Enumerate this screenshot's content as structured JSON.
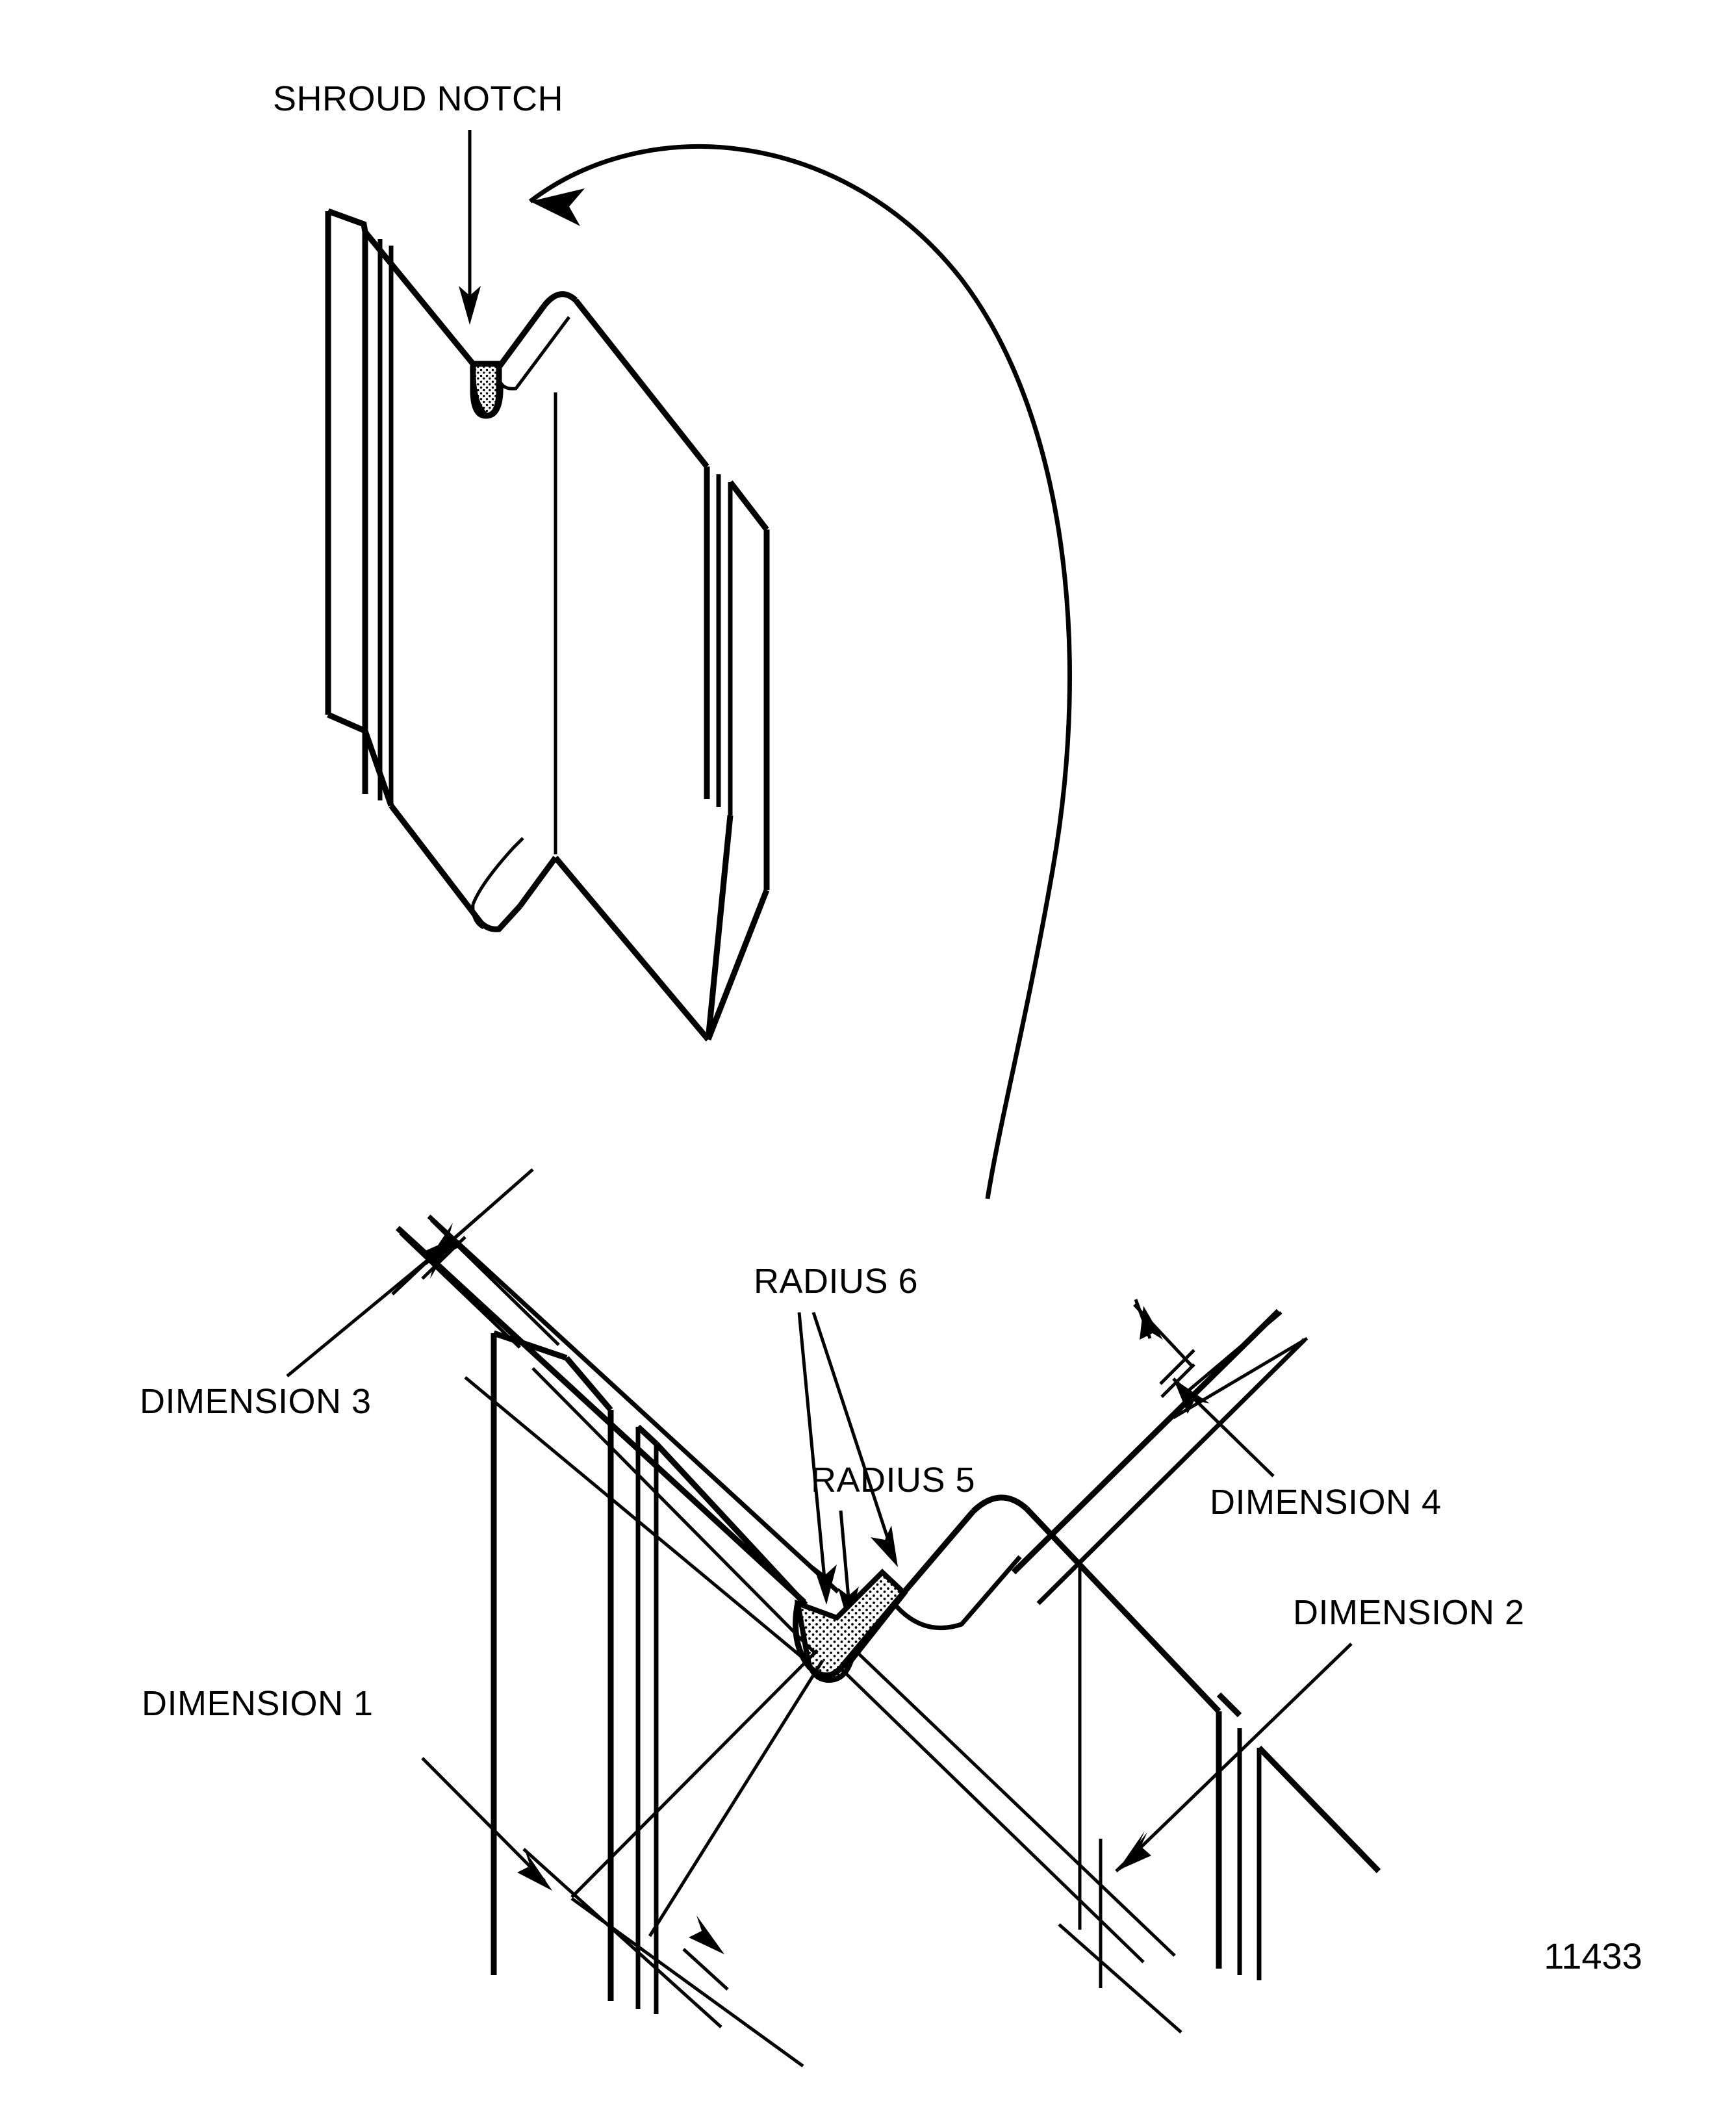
{
  "figure": {
    "number": "11433",
    "background_color": "#ffffff",
    "line_color": "#000000"
  },
  "upper_view": {
    "callout_label": "SHROUD NOTCH",
    "description": "Isometric view of shroud edge with notch"
  },
  "lower_view": {
    "description": "Enlarged detail of shroud notch with dimensions and radii",
    "labels": [
      {
        "id": "dimension-3",
        "text": "DIMENSION 3"
      },
      {
        "id": "radius-6",
        "text": "RADIUS 6"
      },
      {
        "id": "radius-5",
        "text": "RADIUS 5"
      },
      {
        "id": "dimension-4",
        "text": "DIMENSION 4"
      },
      {
        "id": "dimension-2",
        "text": "DIMENSION 2"
      },
      {
        "id": "dimension-1",
        "text": "DIMENSION 1"
      }
    ]
  },
  "annotations": {
    "dimension_1": "DIMENSION 1",
    "dimension_2": "DIMENSION 2",
    "dimension_3": "DIMENSION 3",
    "dimension_4": "DIMENSION 4",
    "radius_5": "RADIUS 5",
    "radius_6": "RADIUS 6",
    "shroud_notch": "SHROUD NOTCH",
    "figure_number": "11433"
  }
}
